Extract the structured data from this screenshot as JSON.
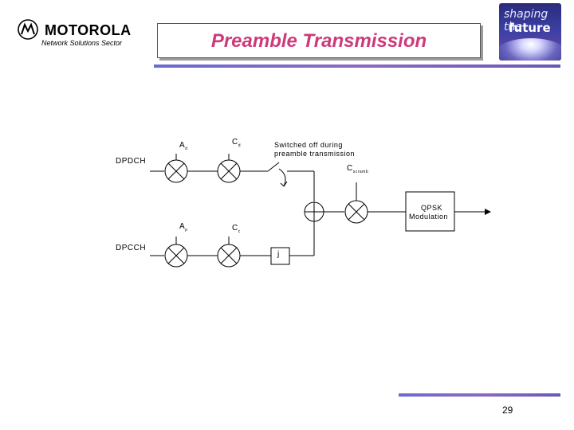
{
  "header": {
    "brand": "MOTOROLA",
    "brand_subtitle": "Network Solutions Sector",
    "title": "Preamble Transmission",
    "logo_line1": "shaping the",
    "logo_line2": "future"
  },
  "diagram": {
    "dpdch_label": "DPDCH",
    "dpcch_label": "DPCCH",
    "gain_d": "A",
    "gain_d_sub": "d",
    "gain_p": "A",
    "gain_p_sub": "p",
    "code_d": "C",
    "code_d_sub": "d",
    "code_c": "C",
    "code_c_sub": "c",
    "switch_note_line1": "Switched off during",
    "switch_note_line2": "preamble transmission",
    "scramble": "C",
    "scramble_sub": "scramb",
    "qpsk_line1": "QPSK",
    "qpsk_line2": "Modulation",
    "j_label": "j"
  },
  "footer": {
    "page_number": "29"
  },
  "colors": {
    "title": "#cc3a7a",
    "rule": "#7060c0"
  }
}
